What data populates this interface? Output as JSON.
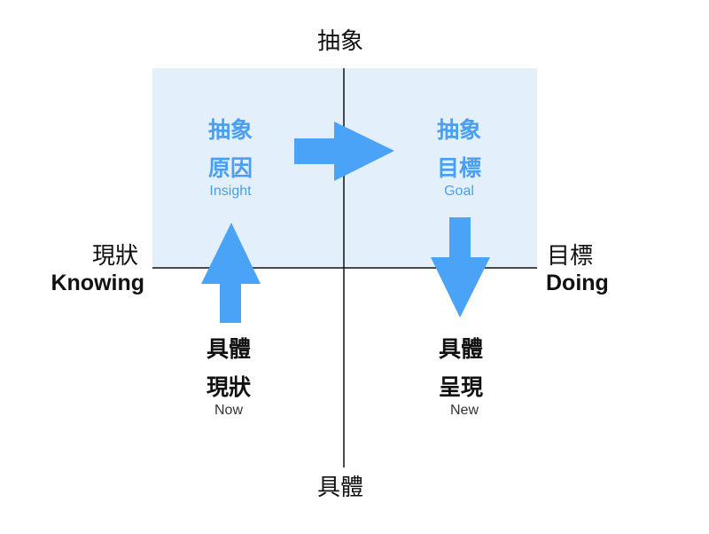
{
  "axes": {
    "top": "抽象",
    "bottom": "具體",
    "left": {
      "label": "現狀",
      "sub": "Knowing"
    },
    "right": {
      "label": "目標",
      "sub": "Doing"
    }
  },
  "quadrants": {
    "top_left": {
      "line1": "抽象",
      "line2": "原因",
      "sub": "Insight"
    },
    "top_right": {
      "line1": "抽象",
      "line2": "目標",
      "sub": "Goal"
    },
    "bottom_left": {
      "line1": "具體",
      "line2": "現狀",
      "sub": "Now"
    },
    "bottom_right": {
      "line1": "具體",
      "line2": "呈現",
      "sub": "New"
    }
  },
  "colors": {
    "highlight": "#e3f0fc",
    "arrow": "#4aa3f7",
    "axis": "#111111"
  }
}
